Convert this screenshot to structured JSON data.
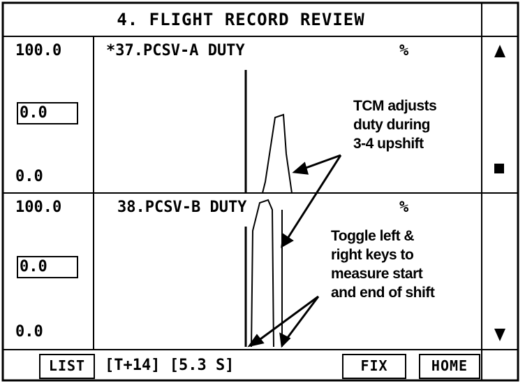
{
  "header": {
    "title": "4. FLIGHT RECORD REVIEW"
  },
  "graphs": [
    {
      "max_label": "100.0",
      "current_value": "0.0",
      "min_label": "0.0",
      "name": "*37.PCSV-A DUTY",
      "unit": "%"
    },
    {
      "max_label": "100.0",
      "current_value": "0.0",
      "min_label": "0.0",
      "name": "38.PCSV-B DUTY",
      "unit": "%"
    }
  ],
  "annotations": {
    "top": [
      "TCM adjusts",
      "duty during",
      "3-4 upshift"
    ],
    "bottom": [
      "Toggle left &",
      "right keys to",
      "measure start",
      "and end of shift"
    ]
  },
  "scrollbar": {
    "up_icon": "triangle-up",
    "thumb_icon": "square",
    "down_icon": "triangle-down"
  },
  "footer": {
    "list_label": "LIST",
    "status_text": "[T+14] [5.3 S]",
    "fix_label": "FIX",
    "home_label": "HOME"
  }
}
